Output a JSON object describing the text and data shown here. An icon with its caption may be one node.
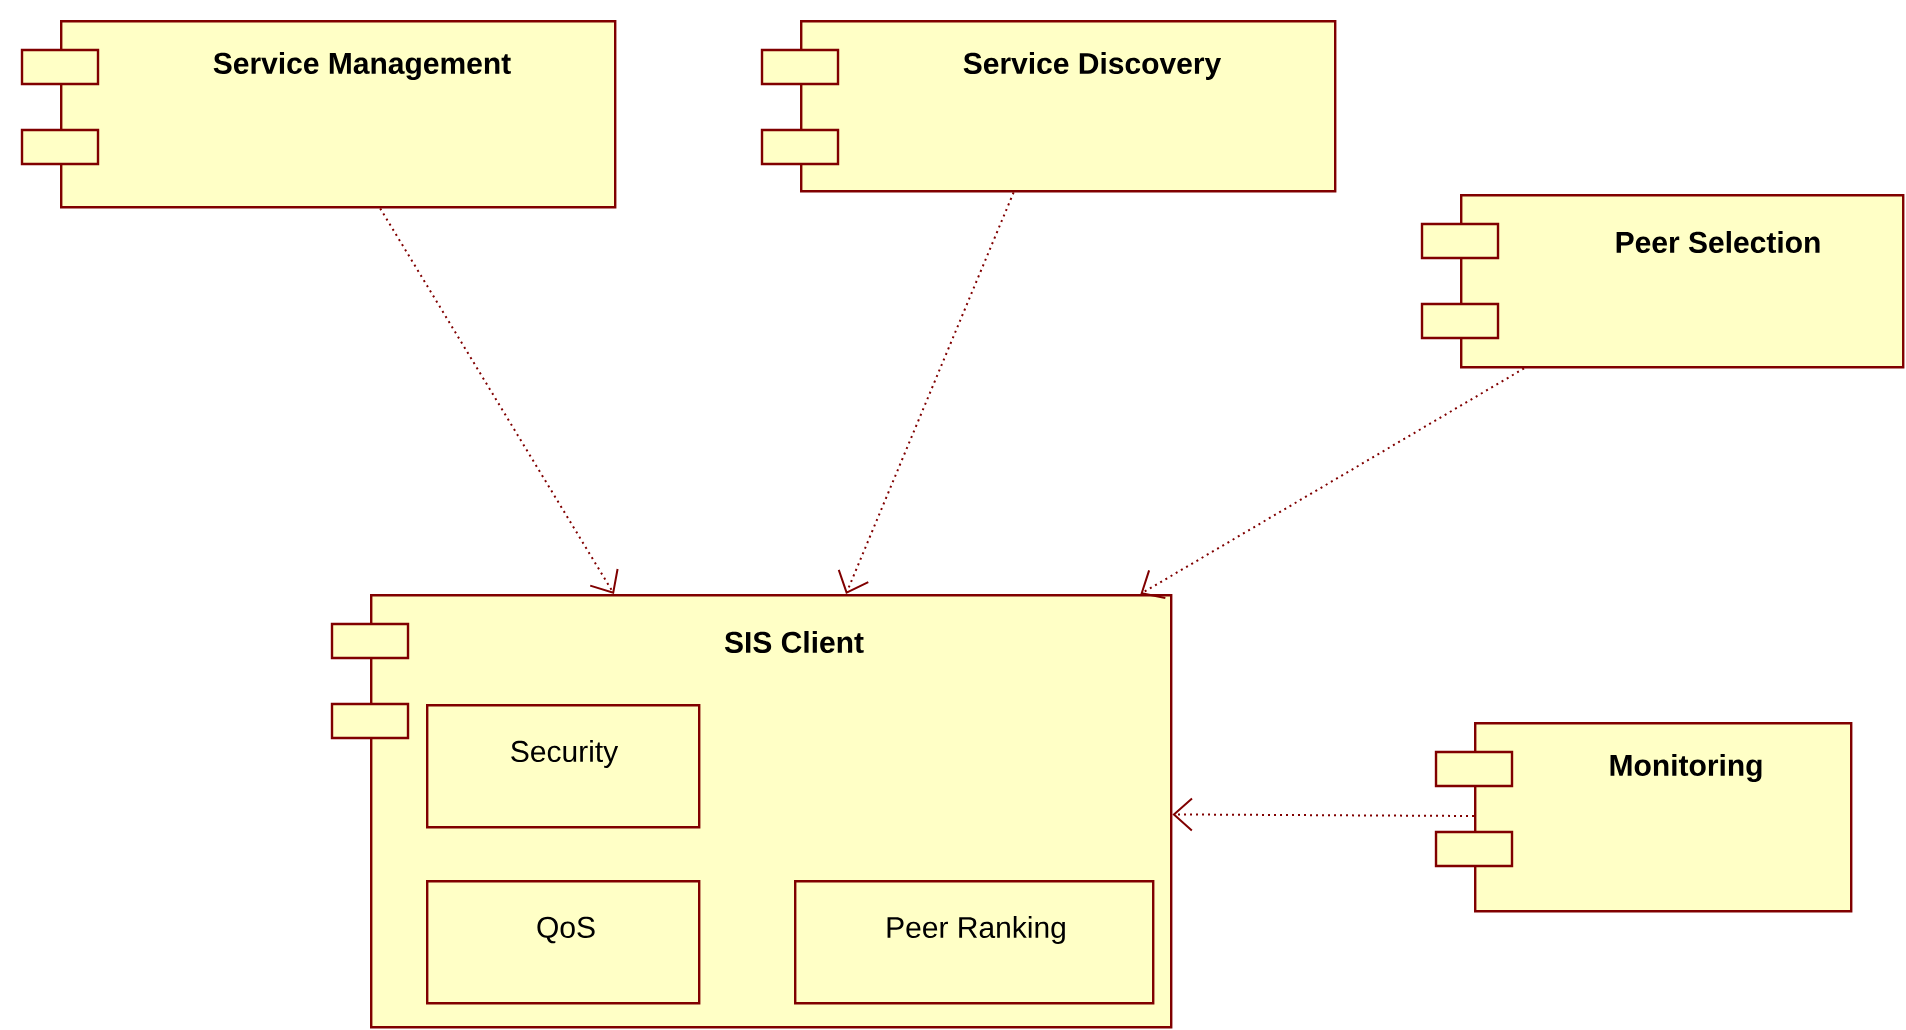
{
  "diagram": {
    "nodes": [
      {
        "text": [
          "Service Management"
        ]
      },
      {
        "text": [
          "Service Discovery"
        ]
      },
      {
        "text": [
          "Peer Selection"
        ]
      },
      {
        "text": [
          "SIS Client"
        ]
      },
      {
        "text": [
          "Security"
        ],
        "in": 3
      },
      {
        "text": [
          "QoS"
        ],
        "in": 3
      },
      {
        "text": [
          "Peer Ranking"
        ],
        "in": 3
      },
      {
        "text": [
          "Monitoring"
        ]
      }
    ],
    "edges": [
      {
        "from": 0,
        "to": 3,
        "arrow": "to"
      },
      {
        "from": 1,
        "to": 3,
        "arrow": "to"
      },
      {
        "from": 2,
        "to": 3,
        "arrow": "to"
      },
      {
        "from": 7,
        "to": 3,
        "arrow": "to"
      }
    ]
  }
}
